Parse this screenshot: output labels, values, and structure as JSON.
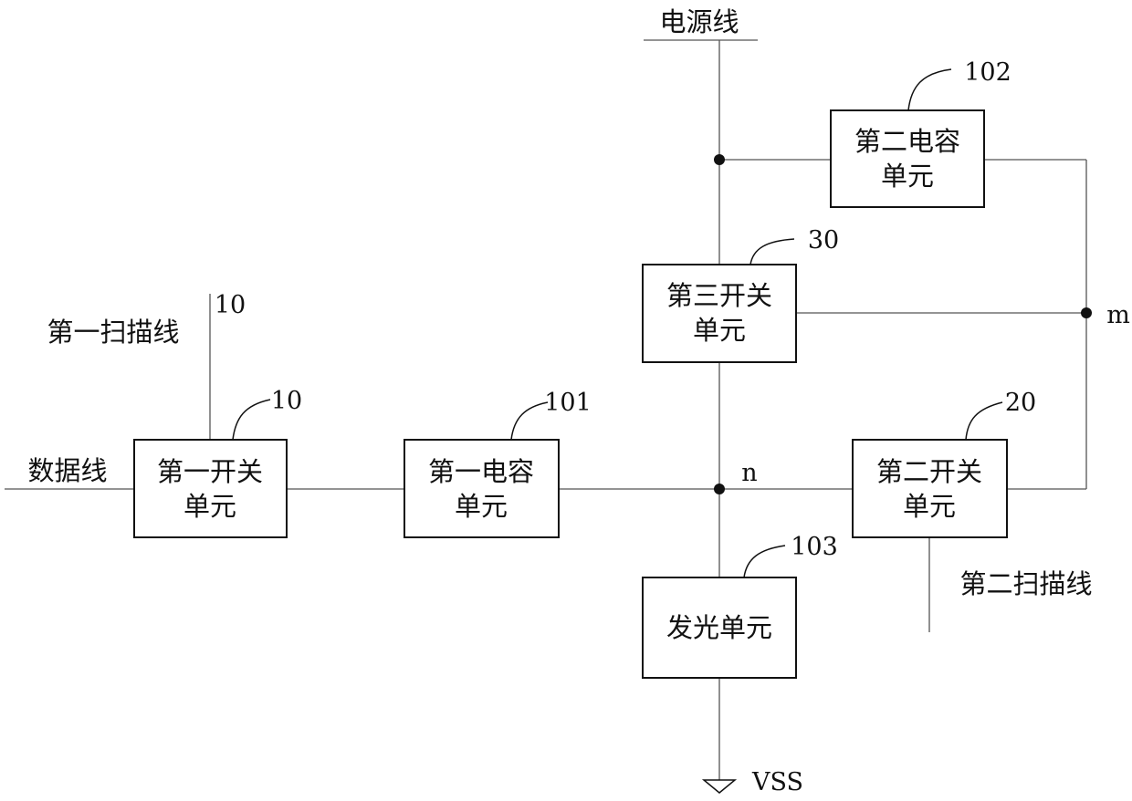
{
  "power_line": {
    "label": "电源线"
  },
  "first_scan_line": {
    "label": "第一扫描线",
    "ref": "10"
  },
  "data_line": {
    "label": "数据线"
  },
  "second_scan_line": {
    "label": "第二扫描线"
  },
  "vss": {
    "label": "VSS"
  },
  "nodes": {
    "n": "n",
    "m": "m"
  },
  "blocks": {
    "first_switch": {
      "line1": "第一开关",
      "line2": "单元",
      "ref": "10"
    },
    "first_capacitor": {
      "line1": "第一电容",
      "line2": "单元",
      "ref": "101"
    },
    "second_capacitor": {
      "line1": "第二电容",
      "line2": "单元",
      "ref": "102"
    },
    "third_switch": {
      "line1": "第三开关",
      "line2": "单元",
      "ref": "30"
    },
    "second_switch": {
      "line1": "第二开关",
      "line2": "单元",
      "ref": "20"
    },
    "light_emitting": {
      "line1": "发光单元",
      "ref": "103"
    }
  }
}
